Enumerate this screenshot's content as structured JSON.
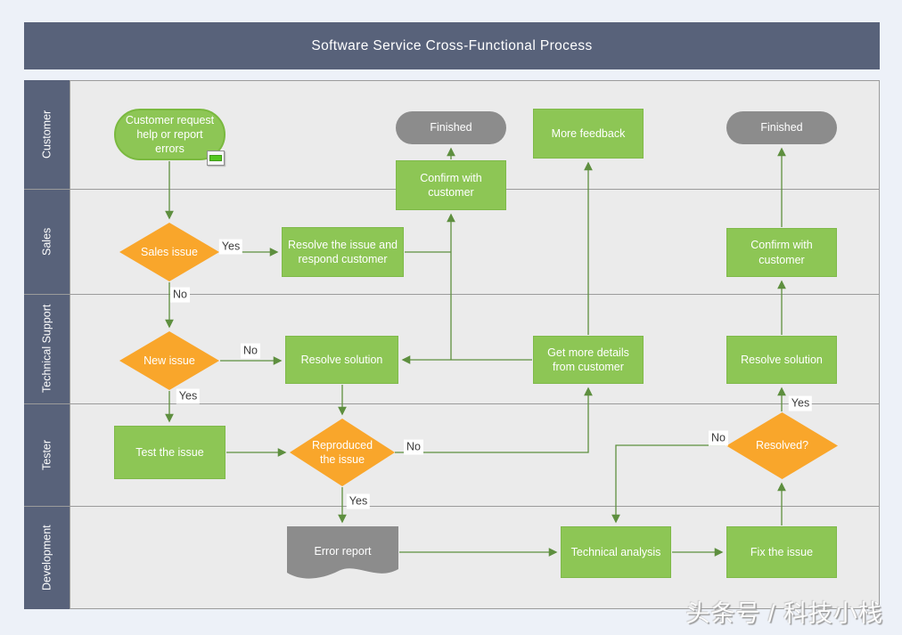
{
  "title": "Software Service Cross-Functional Process",
  "watermark": "头条号 / 科技小栈",
  "lanes": {
    "customer": "Customer",
    "sales": "Sales",
    "technical_support": "Technical Support",
    "tester": "Tester",
    "development": "Development"
  },
  "nodes": {
    "start": {
      "label": "Customer request help or report errors",
      "type": "start-terminal"
    },
    "finished_left": {
      "label": "Finished",
      "type": "end-terminal"
    },
    "more_feedback": {
      "label": "More feedback",
      "type": "process"
    },
    "finished_right": {
      "label": "Finished",
      "type": "end-terminal"
    },
    "confirm_left": {
      "label": "Confirm with customer",
      "type": "process"
    },
    "sales_issue": {
      "label": "Sales issue",
      "type": "decision"
    },
    "resolve_issue": {
      "label": "Resolve the issue and respond customer",
      "type": "process"
    },
    "confirm_right": {
      "label": "Confirm with customer",
      "type": "process"
    },
    "new_issue": {
      "label": "New issue",
      "type": "decision"
    },
    "resolve_solution_left": {
      "label": "Resolve solution",
      "type": "process"
    },
    "get_more_details": {
      "label": "Get more details from customer",
      "type": "process"
    },
    "resolve_solution_right": {
      "label": "Resolve solution",
      "type": "process"
    },
    "test_issue": {
      "label": "Test the issue",
      "type": "process"
    },
    "reproduced": {
      "label": "Reproduced the issue",
      "type": "decision"
    },
    "resolved": {
      "label": "Resolved?",
      "type": "decision"
    },
    "error_report": {
      "label": "Error report",
      "type": "document"
    },
    "technical_analysis": {
      "label": "Technical analysis",
      "type": "process"
    },
    "fix_issue": {
      "label": "Fix the issue",
      "type": "process"
    }
  },
  "edge_labels": {
    "sales_yes": "Yes",
    "sales_no": "No",
    "new_no": "No",
    "new_yes": "Yes",
    "reproduced_no": "No",
    "reproduced_yes": "Yes",
    "resolved_yes": "Yes",
    "resolved_no": "No"
  },
  "colors": {
    "page_bg": "#edf1f8",
    "header_bg": "#58627a",
    "lane_label_bg": "#58627a",
    "chart_bg": "#ebebeb",
    "process_green": "#8dc655",
    "decision_orange": "#f9a62b",
    "terminal_gray": "#8c8c8c",
    "connector_green": "#5e8f3f",
    "divider_gray": "#9b9b9b"
  }
}
